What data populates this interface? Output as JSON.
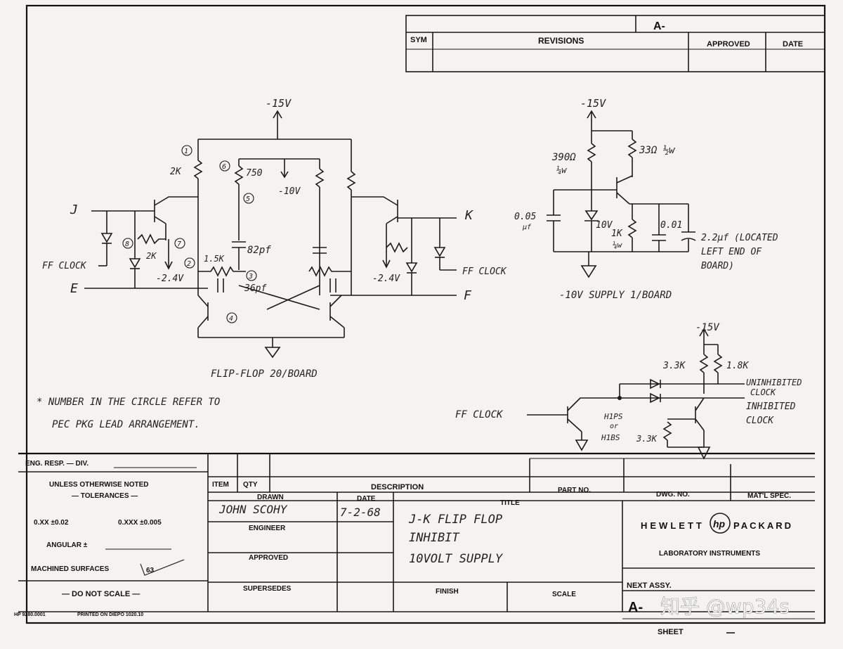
{
  "revisions": {
    "size_code": "A-",
    "sym_label": "SYM",
    "revisions_label": "REVISIONS",
    "approved_label": "APPROVED",
    "date_label": "DATE"
  },
  "flipflop": {
    "supply": "-15V",
    "pins": [
      "1",
      "6",
      "5",
      "8",
      "7",
      "2",
      "3",
      "4"
    ],
    "r_2k": "2K",
    "r_750": "750",
    "v_neg10": "-10V",
    "c_82pf": "82pf",
    "c_36pf": "36pf",
    "r_1_5k": "1.5K",
    "r_2k_b": "2K",
    "v_neg2_4_left": "-2.4V",
    "v_neg2_4_right": "-2.4V",
    "in_j": "J",
    "in_e": "E",
    "out_k": "K",
    "out_f": "F",
    "ff_clock_left": "FF CLOCK",
    "ff_clock_right": "FF CLOCK",
    "caption": "FLIP-FLOP 20/BOARD"
  },
  "supply10": {
    "supply": "-15V",
    "r_390": "390Ω",
    "r_390_w": "¼w",
    "r_33": "33Ω ½w",
    "c_005": "0.05",
    "c_005_unit": "µf",
    "zener": "10V",
    "r_1k": "1K",
    "r_1k_w": "¼w",
    "c_001": "0.01",
    "c_22_line1": "2.2µf (LOCATED",
    "c_22_line2": "LEFT END OF",
    "c_22_line3": "BOARD)",
    "caption": "-10V SUPPLY  1/BOARD"
  },
  "inhibit": {
    "supply": "-15V",
    "r_3_3k_a": "3.3K",
    "r_1_8k": "1.8K",
    "uninhibited_1": "UNINHIBITED",
    "uninhibited_2": "CLOCK",
    "inhibited_1": "INHIBITED",
    "inhibited_2": "CLOCK",
    "ff_clock": "FF CLOCK",
    "h1ps": "H1PS",
    "or": "or",
    "h1bs": "H1BS",
    "r_3_3k_b": "3.3K"
  },
  "note": {
    "line1": "* NUMBER IN THE CIRCLE REFER TO",
    "line2": "PEC PKG LEAD ARRANGEMENT."
  },
  "title_block": {
    "eng_resp": "ENG. RESP. — DIV.",
    "unless": "UNLESS OTHERWISE NOTED",
    "tolerances": "— TOLERANCES —",
    "xx": "0.XX  ±0.02",
    "xxx": "0.XXX  ±0.005",
    "angular": "ANGULAR ±",
    "machined": "MACHINED SURFACES",
    "machined_val": "63",
    "do_not_scale": "— DO NOT SCALE —",
    "item": "ITEM",
    "qty": "QTY",
    "description": "DESCRIPTION",
    "part_no": "PART NO.",
    "dwg_no": "DWG. NO.",
    "matl_spec": "MAT'L SPEC.",
    "drawn": "DRAWN",
    "date": "DATE",
    "drawn_by": "JOHN SCOHY",
    "drawn_date": "7-2-68",
    "engineer": "ENGINEER",
    "approved": "APPROVED",
    "supersedes": "SUPERSEDES",
    "title": "TITLE",
    "title_line1": "J-K FLIP FLOP",
    "title_line2": "INHIBIT",
    "title_line3": "10VOLT SUPPLY",
    "finish": "FINISH",
    "scale": "SCALE",
    "company_left": "HEWLETT",
    "logo": "hp",
    "company_right": "PACKARD",
    "lab": "LABORATORY INSTRUMENTS",
    "next_assy": "NEXT ASSY.",
    "size_code": "A-",
    "sheet": "SHEET",
    "form_no": "HP 9280.0001",
    "printed": "PRINTED ON DIEPO 1020.10",
    "watermark": "知乎 @wp34s"
  }
}
